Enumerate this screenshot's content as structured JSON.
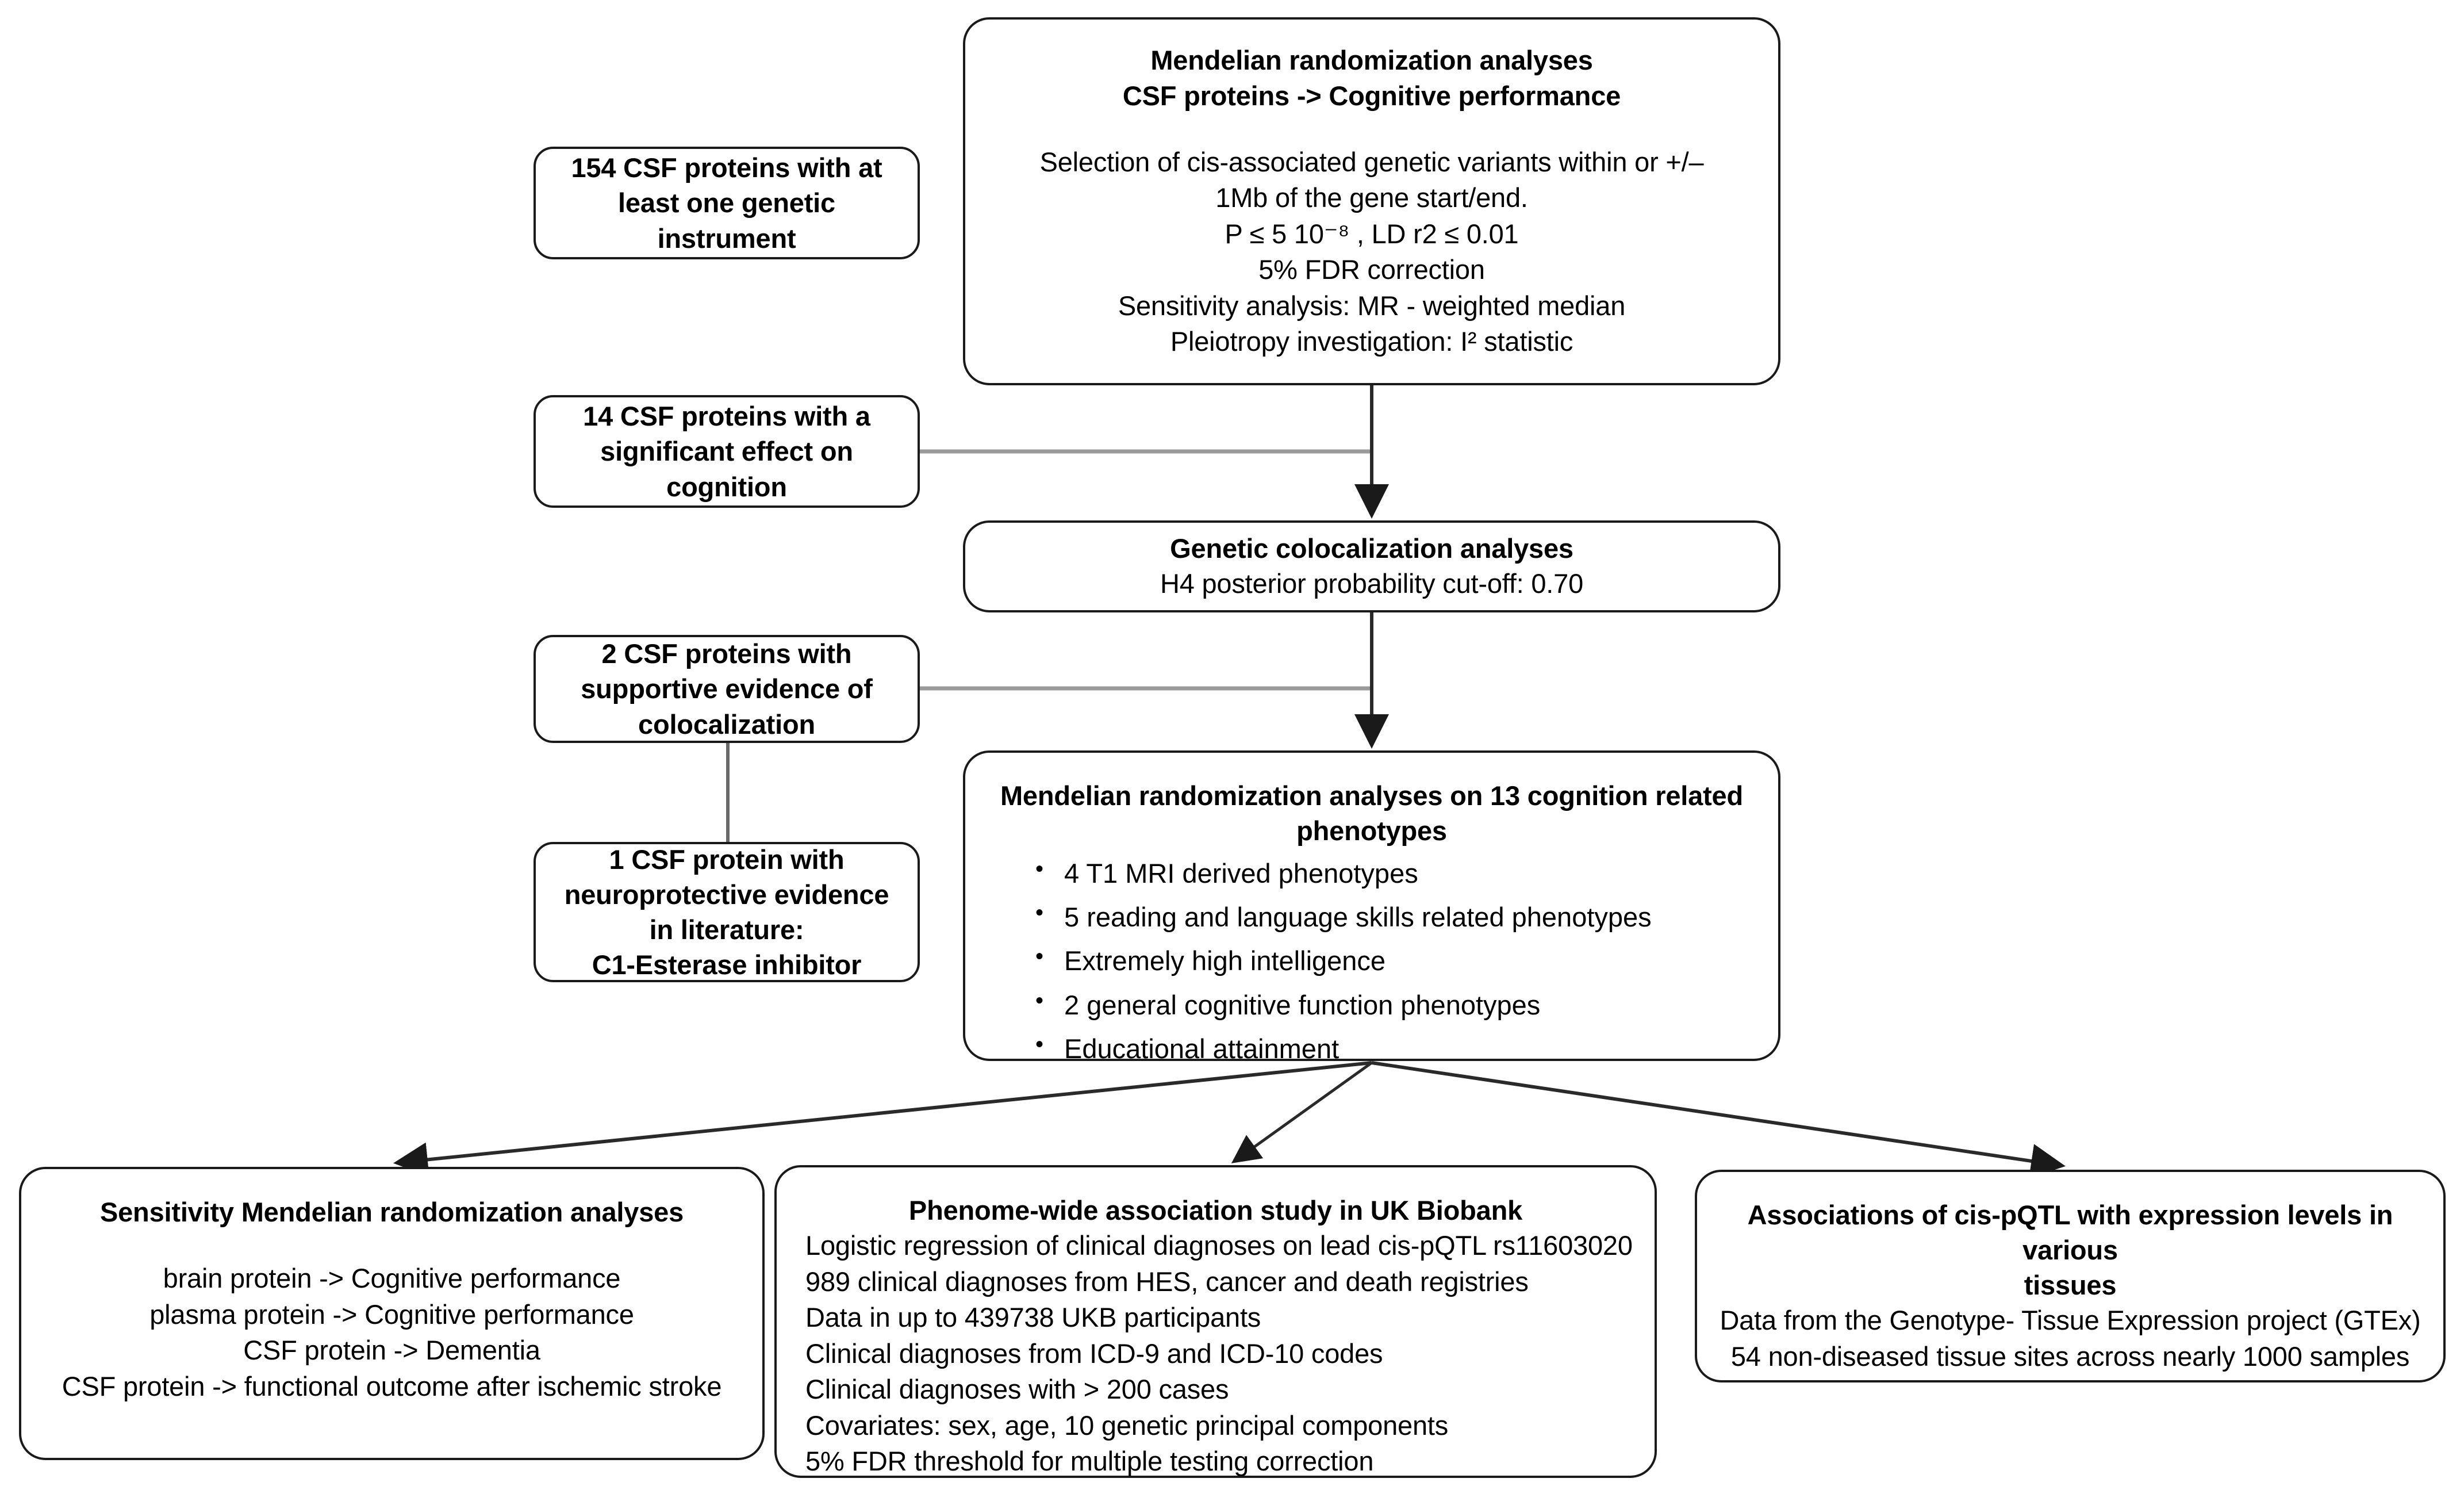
{
  "diagram": {
    "title": "CSF proteomics Mendelian randomization study flowchart",
    "stroke_color": "#1a1a1a",
    "connector_color": "#9a9a9a",
    "background": "#ffffff"
  },
  "nodes": {
    "mr_main": {
      "title_line1": "Mendelian randomization analyses",
      "title_line2": "CSF proteins -> Cognitive performance",
      "body": [
        "Selection of cis-associated genetic variants within or +/–",
        "1Mb of the gene start/end.",
        "P ≤ 5 10⁻⁸ , LD r2 ≤ 0.01",
        "5% FDR correction",
        "Sensitivity analysis: MR - weighted median",
        "Pleiotropy investigation: I² statistic"
      ]
    },
    "proteins_154": {
      "lines": [
        "154 CSF proteins with at",
        "least one genetic",
        "instrument"
      ]
    },
    "proteins_14": {
      "lines": [
        "14 CSF proteins with a",
        "significant effect on",
        "cognition"
      ]
    },
    "colocalization": {
      "title": "Genetic colocalization analyses",
      "body": [
        "H4 posterior probability cut-off: 0.70"
      ]
    },
    "proteins_2": {
      "lines": [
        "2 CSF proteins with",
        "supportive evidence of",
        "colocalization"
      ]
    },
    "protein_1": {
      "lines": [
        "1 CSF protein with",
        "neuroprotective evidence",
        "in literature:",
        "C1-Esterase inhibitor"
      ]
    },
    "mr_13_phenotypes": {
      "title_line1": "Mendelian randomization analyses on 13 cognition related",
      "title_line2": "phenotypes",
      "bullets": [
        "4 T1 MRI derived phenotypes",
        "5 reading and language skills related phenotypes",
        "Extremely high intelligence",
        "2 general cognitive function phenotypes",
        "Educational attainment"
      ]
    },
    "sensitivity_mr": {
      "title": "Sensitivity Mendelian randomization analyses",
      "body": [
        "brain protein -> Cognitive performance",
        "plasma protein -> Cognitive performance",
        "CSF protein -> Dementia",
        "CSF protein ->  functional outcome after ischemic stroke"
      ]
    },
    "phewas": {
      "title": "Phenome-wide association study in UK Biobank",
      "body": [
        "Logistic regression of clinical diagnoses on lead cis-pQTL rs11603020",
        "989 clinical diagnoses from HES, cancer and death registries",
        "Data in up to 439738 UKB participants",
        "Clinical diagnoses from ICD-9 and ICD-10 codes",
        "Clinical diagnoses with > 200 cases",
        "Covariates: sex, age, 10 genetic principal components",
        "5% FDR threshold for multiple testing correction"
      ]
    },
    "gtex": {
      "title_line1": "Associations of cis-pQTL with expression levels in various",
      "title_line2": "tissues",
      "body": [
        "Data from the Genotype- Tissue Expression project (GTEx)",
        "54 non-diseased tissue sites across nearly 1000 samples"
      ]
    }
  },
  "edges": [
    {
      "name": "mr-main-to-colocalization",
      "type": "arrow-down"
    },
    {
      "name": "proteins-14-to-trunk",
      "type": "connector-horizontal"
    },
    {
      "name": "colocalization-to-mr13",
      "type": "arrow-down"
    },
    {
      "name": "proteins-2-to-trunk",
      "type": "connector-horizontal"
    },
    {
      "name": "proteins-2-to-protein-1",
      "type": "connector-vertical"
    },
    {
      "name": "mr13-to-sensitivity-mr",
      "type": "arrow-diagonal-left"
    },
    {
      "name": "mr13-to-phewas",
      "type": "arrow-down"
    },
    {
      "name": "mr13-to-gtex",
      "type": "arrow-diagonal-right"
    }
  ]
}
